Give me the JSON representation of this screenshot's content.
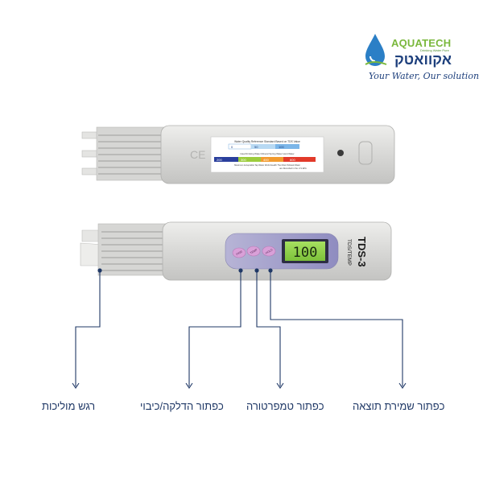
{
  "logo": {
    "brand_latin": "AQUATECH",
    "brand_sub": "Drinking Water Pure",
    "brand_hebrew": "אקוואטק",
    "tagline": "Your Water, Our solution",
    "colors": {
      "green": "#7ab83c",
      "navy": "#1d3f7c",
      "drop": "#2b7fc6"
    }
  },
  "meter_back": {
    "sticker_title": "Water Quality Reference Standard Based on TDS Value",
    "scale_values": [
      "0",
      "50",
      "100",
      "200",
      "300",
      "400",
      "600"
    ],
    "sticker_line_1": "Ideal Drinking Water  Mineral Spring Water  Hard Water",
    "sticker_line_2": "Maximum Acceptable Tap Water   World Health  The Most Polluted Water",
    "sticker_line_3": "are Recorded in the U.S EPA"
  },
  "meter_front": {
    "model": "TDS-3",
    "subtitle": "TDS/TEMP",
    "display_value": "100",
    "buttons": [
      "HOLD",
      "TEMP",
      "PWR"
    ]
  },
  "captions": {
    "hold_button": "כפתור שמירת תוצאה",
    "temp_button": "כפתור טמפרטורה",
    "power_button": "כפתור הדלקה/כיבוי",
    "sensor": "רגש מוליכות"
  },
  "colors": {
    "leader_line": "#1f3866",
    "body": "#dcdcda",
    "lcd": "#8fd14a",
    "button": "#d9a0d8"
  }
}
